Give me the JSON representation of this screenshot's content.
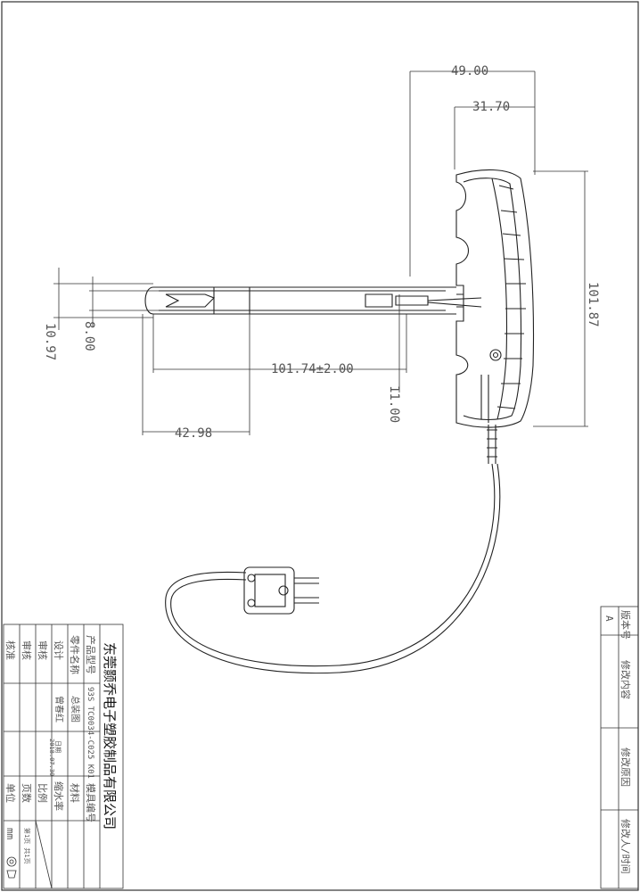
{
  "dimensions": {
    "d49": "49.00",
    "d3170": "31.70",
    "d10187": "101.87",
    "d10174": "101.74±2.00",
    "d4298": "42.98",
    "d1100": "11.00",
    "d800": "8.00",
    "d1097": "10.97"
  },
  "title_block": {
    "company": "东莞颢乔电子塑胶制品有限公司",
    "labels": {
      "product_no": "产品型号",
      "part_name": "零件名称",
      "design": "设计",
      "check": "审核",
      "review": "审核",
      "approve": "核准",
      "mold_no": "模具编号",
      "material": "材料",
      "shrink": "缩水率",
      "scale": "比例",
      "page": "页数",
      "unit": "单位"
    },
    "values": {
      "product_no": "93S TC0034-C025 K01",
      "part_name": "总装图",
      "designer": "曾春红",
      "date_label": "日期",
      "date": "2018.07.30",
      "sheet": "第1页 共1页",
      "unit": "mm"
    }
  },
  "revision_block": {
    "headers": {
      "version": "版本号",
      "content": "修改内容",
      "reason": "修改原因",
      "person_time": "修改人/时间"
    },
    "version_value": "A"
  }
}
